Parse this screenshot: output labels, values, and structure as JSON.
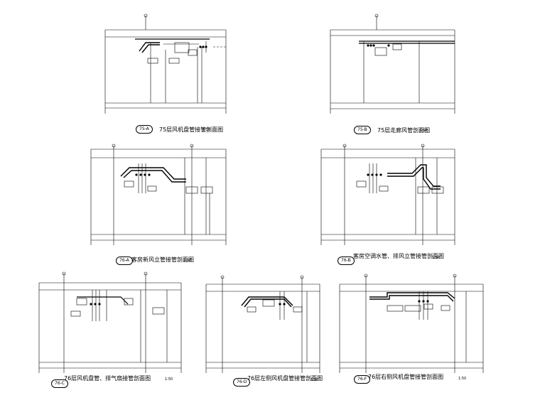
{
  "sections": [
    {
      "id": "s1",
      "tag": "75-A",
      "title": "75层风机盘管接管剖面图",
      "scale": "1:50"
    },
    {
      "id": "s2",
      "tag": "75-B",
      "title": "75层走廊风管剖面图",
      "scale": "1:50"
    },
    {
      "id": "s3",
      "tag": "76-A",
      "title": "客房新风立管接管剖面图",
      "scale": "1:50"
    },
    {
      "id": "s4",
      "tag": "76-B",
      "title": "客房空调水管、排风立管接管剖面图",
      "scale": "1:50"
    },
    {
      "id": "s5",
      "tag": "76-C",
      "title": "76层风机盘管、排气扇接管剖面图",
      "scale": "1:50"
    },
    {
      "id": "s6",
      "tag": "76-D",
      "title": "76层左侧风机盘管接管剖面图",
      "scale": "1:50"
    },
    {
      "id": "s7",
      "tag": "76-F",
      "title": "76层右侧风机盘管接管剖面图",
      "scale": "1:50"
    }
  ],
  "line_color": "#000000"
}
